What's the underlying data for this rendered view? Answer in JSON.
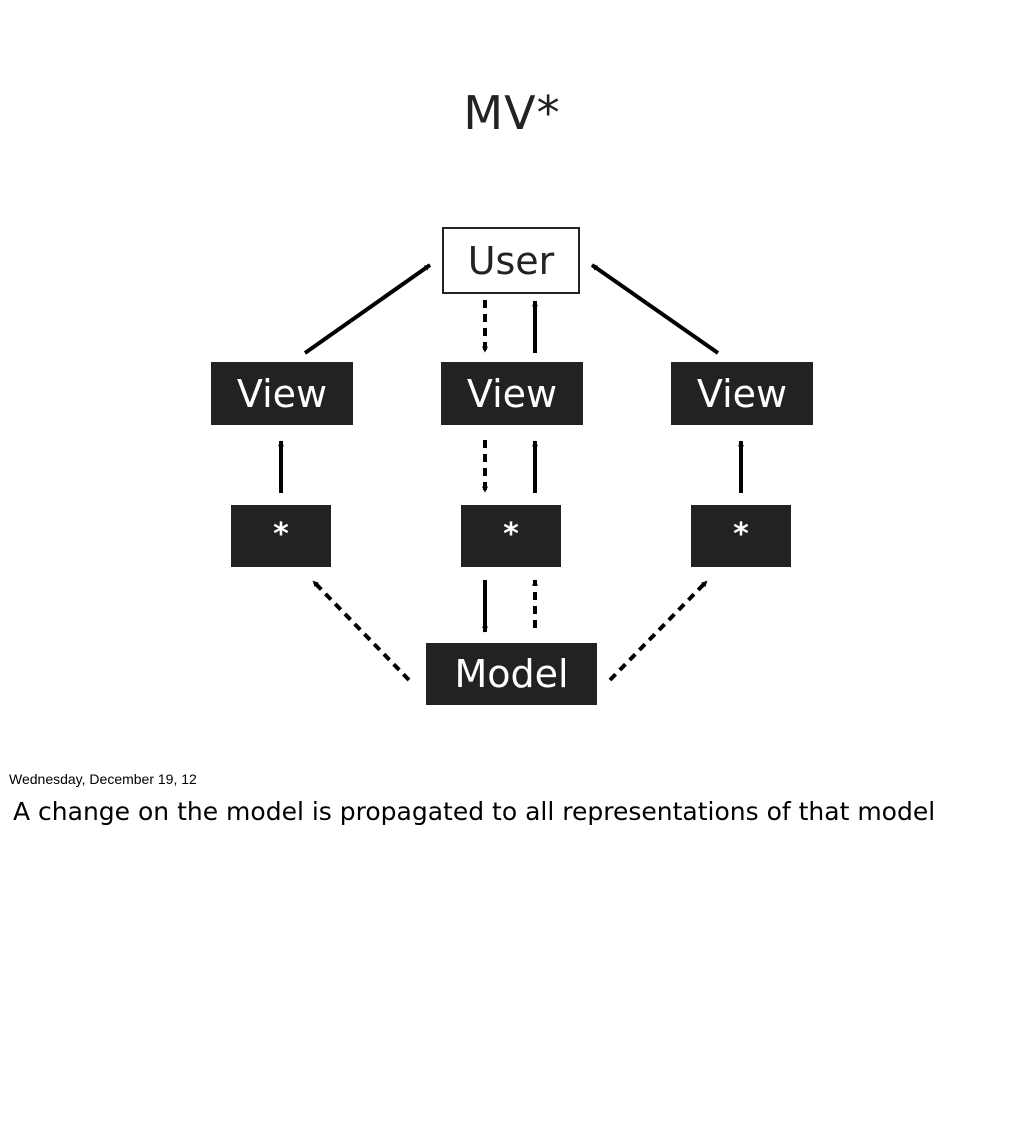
{
  "slide": {
    "title": "MV*"
  },
  "diagram": {
    "nodes": {
      "user": "User",
      "view_left": "View",
      "view_center": "View",
      "view_right": "View",
      "star_left": "*",
      "star_center": "*",
      "star_right": "*",
      "model": "Model"
    },
    "colors": {
      "box_fill": "#222222",
      "box_text": "#ffffff",
      "arrow": "#000000"
    }
  },
  "footer": {
    "date": "Wednesday, December 19, 12",
    "notes": "A change on the model is propagated to all representations of that model"
  }
}
